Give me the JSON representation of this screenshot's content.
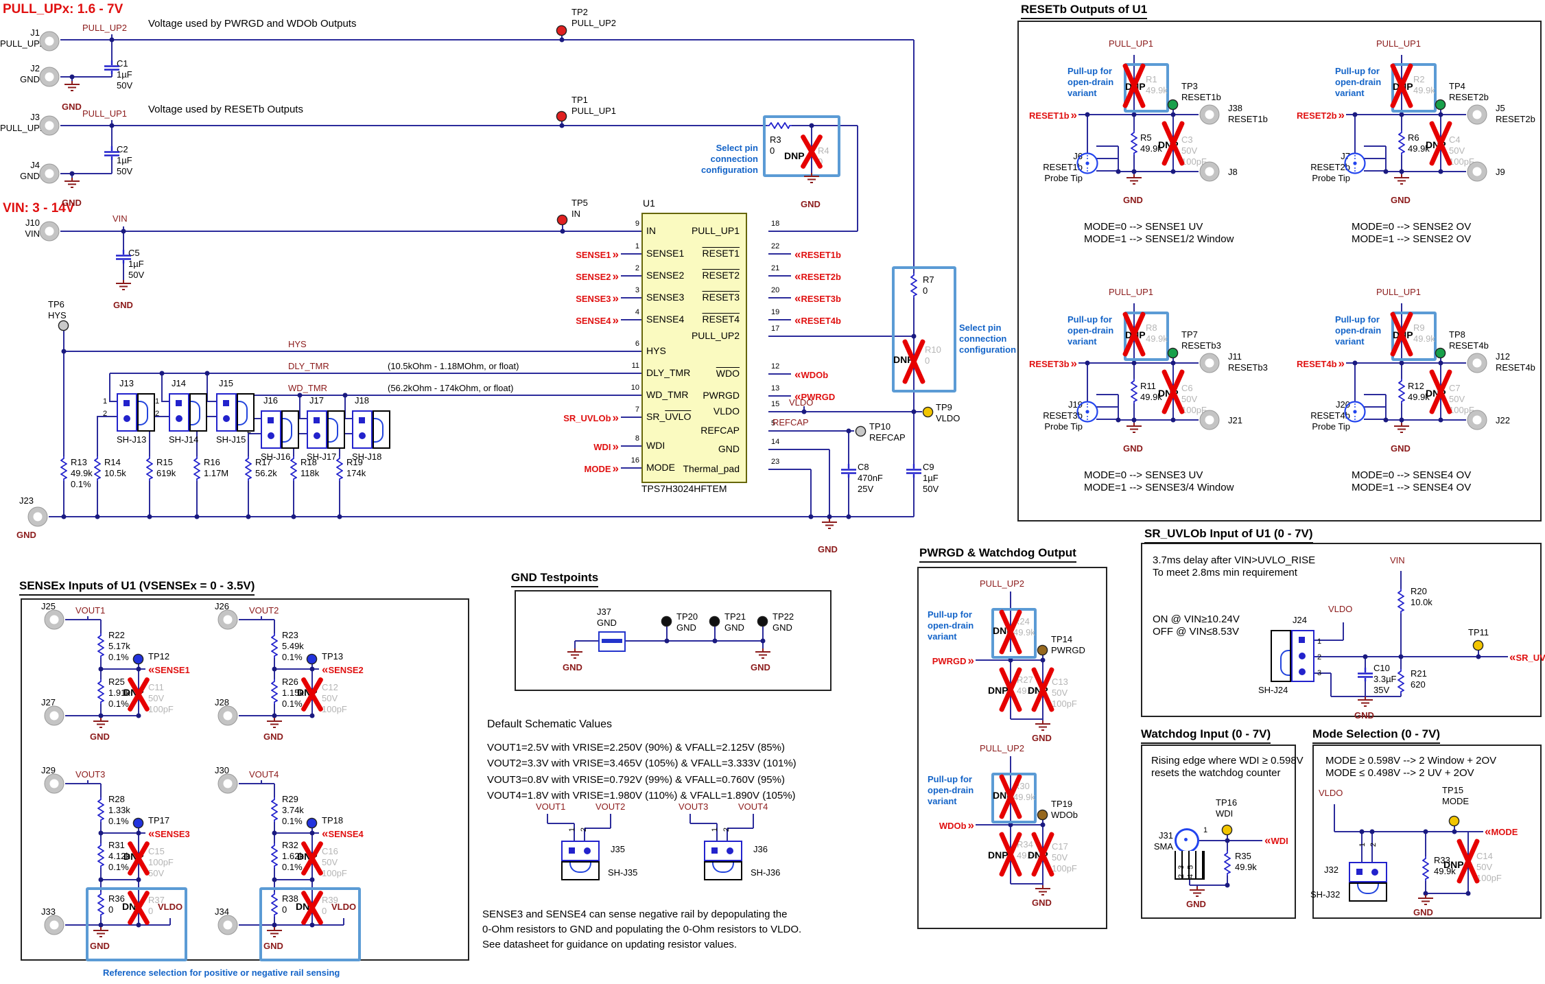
{
  "colors": {
    "wire": "#2b2b9b",
    "component_blue": "#2222cc",
    "net_maroon": "#8b1a1a",
    "signal_red": "#e01010",
    "annotation_blue": "#1464c8",
    "dnp_red": "#e60000",
    "chip_fill": "#fafac0",
    "dnp_grey": "#b5b5b5",
    "highlight_box": "#5b9bd5"
  },
  "titles": {
    "pullup_range": "PULL_UPx: 1.6 - 7V",
    "vin_range": "VIN: 3 - 14V",
    "resetb": "RESETb Outputs of U1",
    "sensex": "SENSEx Inputs of U1 (VSENSEx = 0 - 3.5V)",
    "gnd_tp": "GND Testpoints",
    "defaults": "Default Schematic Values",
    "pwrgd": "PWRGD & Watchdog Output",
    "sr": "SR_UVLOb Input of U1 (0 - 7V)",
    "wd": "Watchdog Input (0 - 7V)",
    "mode": "Mode Selection (0 - 7V)",
    "sensex_caption": "Reference selection for positive or negative rail sensing"
  },
  "notes": {
    "pwrgd_voltage": "Voltage used by PWRGD and WDOb Outputs",
    "resetb_voltage": "Voltage used by RESETb Outputs",
    "dly": "(10.5kOhm - 1.18MOhm, or float)",
    "wd": "(56.2kOhm - 174kOhm, or float)",
    "select_cfg": "Select pin\nconnection\nconfiguration",
    "pullup_variant": "Pull-up for\nopen-drain\nvariant",
    "defaults": "VOUT1=2.5V with VRISE=2.250V (90%)   & VFALL=2.125V (85%)\nVOUT2=3.3V with VRISE=3.465V (105%) & VFALL=3.333V (101%)\nVOUT3=0.8V with VRISE=0.792V (99%)   & VFALL=0.760V (95%)\nVOUT4=1.8V with VRISE=1.980V (110%) & VFALL=1.890V (105%)",
    "sense_neg": "SENSE3 and SENSE4 can sense negative rail by depopulating the\n0-Ohm resistors to GND and populating the 0-Ohm resistors to VLDO.\nSee datasheet for guidance on updating resistor values.",
    "sr_delay": "3.7ms delay after VIN>UVLO_RISE\nTo meet 2.8ms min requirement",
    "sr_thresholds": "ON @ VIN≥10.24V\nOFF @ VIN≤8.53V",
    "wd_edge": "Rising edge where WDI ≥ 0.598V\nresets the watchdog counter",
    "mode_thresholds": "MODE ≥ 0.598V --> 2 Window + 2OV\nMODE ≤ 0.498V --> 2 UV + 2OV"
  },
  "labels": {
    "gnd": "GND",
    "dnp": "DNP",
    "vldo": "VLDO",
    "vin": "VIN",
    "pu1": "PULL_UP1",
    "pu2": "PULL_UP2",
    "hys": "HYS",
    "dly": "DLY_TMR",
    "wd": "WD_TMR",
    "refcap": "REFCAP"
  },
  "u1": {
    "ref": "U1",
    "part": "TPS7H3024HFTEM",
    "sr_prefix": "SR_",
    "sr_ovl": "UVLO",
    "pins_left": [
      {
        "n": "9",
        "l": "IN"
      },
      {
        "n": "1",
        "l": "SENSE1"
      },
      {
        "n": "2",
        "l": "SENSE2"
      },
      {
        "n": "3",
        "l": "SENSE3"
      },
      {
        "n": "4",
        "l": "SENSE4"
      },
      {
        "n": "6",
        "l": "HYS"
      },
      {
        "n": "11",
        "l": "DLY_TMR"
      },
      {
        "n": "10",
        "l": "WD_TMR"
      },
      {
        "n": "7",
        "l": "SR_UVLO"
      },
      {
        "n": "8",
        "l": "WDI"
      },
      {
        "n": "16",
        "l": "MODE"
      }
    ],
    "pins_right": [
      {
        "n": "18",
        "l": "PULL_UP1"
      },
      {
        "n": "22",
        "l": "RESET1"
      },
      {
        "n": "21",
        "l": "RESET2"
      },
      {
        "n": "20",
        "l": "RESET3"
      },
      {
        "n": "19",
        "l": "RESET4"
      },
      {
        "n": "17",
        "l": "PULL_UP2"
      },
      {
        "n": "12",
        "l": "WDO"
      },
      {
        "n": "13",
        "l": "PWRGD"
      },
      {
        "n": "15",
        "l": "VLDO"
      },
      {
        "n": "5",
        "l": "REFCAP"
      },
      {
        "n": "14",
        "l": "GND"
      },
      {
        "n": "23",
        "l": "Thermal_pad"
      }
    ]
  },
  "nets": {
    "sense1": "SENSE1",
    "sense2": "SENSE2",
    "sense3": "SENSE3",
    "sense4": "SENSE4",
    "sr_uvlob": "SR_UVLOb",
    "wdi": "WDI",
    "mode": "MODE",
    "wdob": "WDOb",
    "pwrgd": "PWRGD"
  },
  "conn": {
    "j1": "J1\nPULL_UP2",
    "j2": "J2\nGND",
    "j3": "J3\nPULL_UP1",
    "j4": "J4\nGND",
    "j10": "J10\nVIN",
    "j23": "J23"
  },
  "tp": {
    "tp1": "TP1\nPULL_UP1",
    "tp2": "TP2\nPULL_UP2",
    "tp5": "TP5\nIN",
    "tp6": "TP6\nHYS",
    "tp9": "TP9\nVLDO",
    "tp10": "TP10\nREFCAP",
    "tp11": "TP11"
  },
  "parts": {
    "c1": "C1\n1µF\n50V",
    "c2": "C2\n1µF\n50V",
    "c5": "C5\n1µF\n50V",
    "c8": "C8\n470nF\n25V",
    "c9": "C9\n1µF\n50V",
    "r3": "R3\n0",
    "r4": "R4\n0",
    "r7": "R7\n0",
    "r10": "R10\n0",
    "r13": "R13\n49.9k\n0.1%",
    "r14": "R14\n10.5k",
    "r15": "R15\n619k",
    "r16": "R16\n1.17M",
    "r17": "R17\n56.2k",
    "r18": "R18\n118k",
    "r19": "R19\n174k"
  },
  "jumpers": {
    "j13": "J13",
    "sh13": "SH-J13",
    "j14": "J14",
    "sh14": "SH-J14",
    "j15": "J15",
    "sh15": "SH-J15",
    "j16": "J16",
    "sh16": "SH-J16",
    "j17": "J17",
    "sh17": "SH-J17",
    "j18": "J18",
    "sh18": "SH-J18",
    "pins12": "1\n2",
    "p1": "1",
    "p2": "2",
    "j24": "J24",
    "sh24": "SH-J24",
    "pins123": "1\n2\n3",
    "j35": "J35",
    "sh35": "SH-J35",
    "j36": "J36",
    "sh36": "SH-J36",
    "j32": "J32",
    "sh32": "SH-J32",
    "j37": "J37\nGND",
    "j31": "J31\nSMA",
    "vout1": "VOUT1",
    "vout2": "VOUT2",
    "vout3": "VOUT3",
    "vout4": "VOUT4"
  },
  "resetb": {
    "c": [
      {
        "pull_r": "R1\n49.9k",
        "tp": "TP3\nRESET1b",
        "net": "RESET1b",
        "jout": "J38\nRESET1b",
        "jgnd": "J8",
        "r": "R5\n49.9k",
        "cap": "C3\n50V\n100pF",
        "probe": "J6\nRESET1b\nProbe Tip",
        "mode": "MODE=0 --> SENSE1 UV\nMODE=1 --> SENSE1/2 Window"
      },
      {
        "pull_r": "R2\n49.9k",
        "tp": "TP4\nRESET2b",
        "net": "RESET2b",
        "jout": "J5\nRESET2b",
        "jgnd": "J9",
        "r": "R6\n49.9k",
        "cap": "C4\n50V\n100pF",
        "probe": "J7\nRESET2b\nProbe Tip",
        "mode": "MODE=0 --> SENSE2 OV\nMODE=1 --> SENSE2 OV"
      },
      {
        "pull_r": "R8\n49.9k",
        "tp": "TP7\nRESETb3",
        "net": "RESET3b",
        "jout": "J11\nRESETb3",
        "jgnd": "J21",
        "r": "R11\n49.9k",
        "cap": "C6\n50V\n100pF",
        "probe": "J19\nRESET3b\nProbe Tip",
        "mode": "MODE=0 --> SENSE3 UV\nMODE=1 --> SENSE3/4 Window"
      },
      {
        "pull_r": "R9\n49.9k",
        "tp": "TP8\nRESET4b",
        "net": "RESET4b",
        "jout": "J12\nRESET4b",
        "jgnd": "J22",
        "r": "R12\n49.9k",
        "cap": "C7\n50V\n100pF",
        "probe": "J20\nRESET4b\nProbe Tip",
        "mode": "MODE=0 --> SENSE4 OV\nMODE=1 --> SENSE4 OV"
      }
    ]
  },
  "sensex": {
    "c": [
      {
        "jtop": "J25",
        "vout": "VOUT1",
        "rtop": "R22\n5.17k\n0.1%",
        "tp": "TP12",
        "net": "SENSE1",
        "rbot": "R25\n1.91k\n0.1%",
        "cap": "C11\n50V\n100pF",
        "jbot": "J27"
      },
      {
        "jtop": "J26",
        "vout": "VOUT2",
        "rtop": "R23\n5.49k\n0.1%",
        "tp": "TP13",
        "net": "SENSE2",
        "rbot": "R26\n1.15k\n0.1%",
        "cap": "C12\n50V\n100pF",
        "jbot": "J28"
      },
      {
        "jtop": "J29",
        "vout": "VOUT3",
        "rtop": "R28\n1.33k\n0.1%",
        "tp": "TP17",
        "net": "SENSE3",
        "rbot": "R31\n4.12k\n0.1%",
        "cap": "C15\n100pF\n50V",
        "jbot": "J33",
        "rg": "R36\n0",
        "rv": "R37\n0"
      },
      {
        "jtop": "J30",
        "vout": "VOUT4",
        "rtop": "R29\n3.74k\n0.1%",
        "tp": "TP18",
        "net": "SENSE4",
        "rbot": "R32\n1.62k\n0.1%",
        "cap": "C16\n50V\n100pF",
        "jbot": "J34",
        "rg": "R38\n0",
        "rv": "R39\n0"
      }
    ]
  },
  "gndtp": {
    "tp20": "TP20\nGND",
    "tp21": "TP21\nGND",
    "tp22": "TP22\nGND"
  },
  "pwrgd": {
    "c": [
      {
        "rp": "R24\n49.9k",
        "tp": "TP14\nPWRGD",
        "net": "PWRGD",
        "rd": "R27\n49.9k",
        "cap": "C13\n50V\n100pF"
      },
      {
        "rp": "R30\n49.9k",
        "tp": "TP19\nWDOb",
        "net": "WDOb",
        "rd": "R34\n49.9k",
        "cap": "C17\n50V\n100pF"
      }
    ]
  },
  "sr": {
    "r20": "R20\n10.0k",
    "r21": "R21\n620",
    "c10": "C10\n3.3µF\n35V",
    "net": "SR_UVLOb"
  },
  "wdin": {
    "tp16": "TP16\nWDI",
    "r35": "R35\n49.9k",
    "net": "WDI",
    "pin1": "1",
    "gnd_pins": "2 3 4 5"
  },
  "modesel": {
    "tp15": "TP15\nMODE",
    "r33": "R33\n49.9k",
    "c14": "C14\n50V\n100pF",
    "net": "MODE"
  }
}
